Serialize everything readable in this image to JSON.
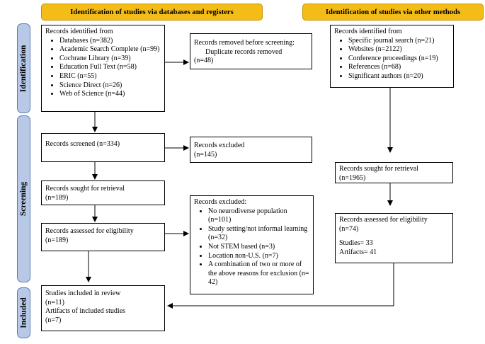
{
  "headers": {
    "databases": "Identification of studies via databases and registers",
    "other": "Identification of studies via other methods"
  },
  "stages": [
    "Identification",
    "Screening",
    "Included"
  ],
  "identified_db": {
    "title": "Records identified from",
    "items": [
      "Databases (n=382)",
      "Academic Search Complete (n=99)",
      "Cochrane Library (n=39)",
      "Education Full Text (n=58)",
      "ERIC (n=55)",
      "Science Direct (n=26)",
      "Web of Science (n=44)"
    ]
  },
  "removed": {
    "title": "Records removed before screening:",
    "line1": "Duplicate records removed",
    "line2": "(n=48)"
  },
  "identified_other": {
    "title": "Records identified from",
    "items": [
      "Specific journal search (n=21)",
      "Websites (n=2122)",
      "Conference proceedings (n=19)",
      "References (n=68)",
      "Significant authors (n=20)"
    ]
  },
  "screened": {
    "text": "Records screened (n=334)"
  },
  "excluded1": {
    "line1": "Records excluded",
    "line2": "(n=145)"
  },
  "sought_db": {
    "line1": "Records sought for retrieval",
    "line2": "(n=189)"
  },
  "assessed_db": {
    "line1": "Records assessed for eligibility",
    "line2": "(n=189)"
  },
  "excluded2": {
    "title": "Records excluded:",
    "items": [
      "No neurodiverse population (n=101)",
      "Study setting/not informal learning (n=32)",
      "Not STEM based (n=3)",
      "Location non-U.S. (n=7)",
      "A combination of two or more of the above reasons for exclusion (n= 42)"
    ]
  },
  "sought_other": {
    "line1": "Records sought for retrieval",
    "line2": "(n=1965)"
  },
  "assessed_other": {
    "line1": "Records assessed for eligibility",
    "line2": "(n=74)",
    "studies": "Studies= 33",
    "artifacts": "Artifacts= 41"
  },
  "included": {
    "line1": "Studies included in review",
    "line2": "(n=11)",
    "line3": "Artifacts of included studies",
    "line4": "(n=7)"
  }
}
